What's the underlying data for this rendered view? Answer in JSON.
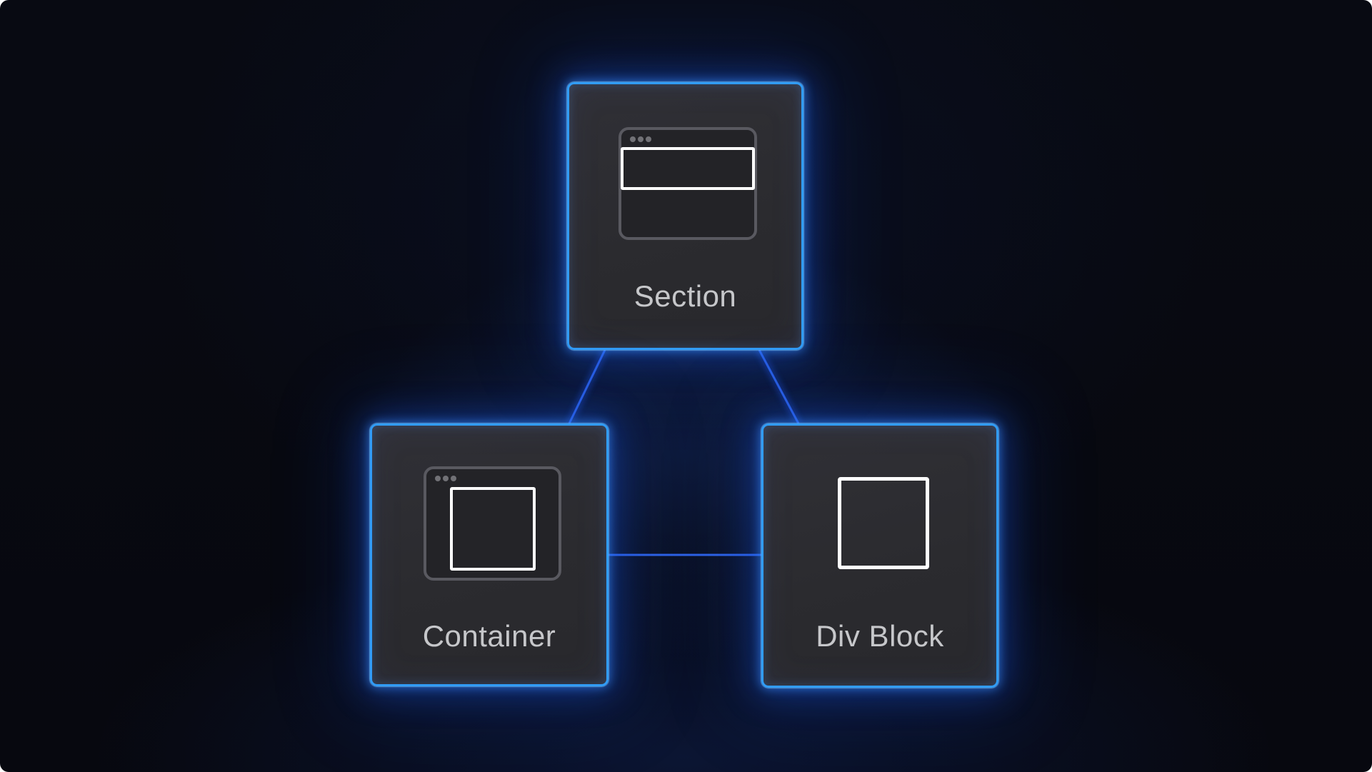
{
  "diagram": {
    "nodes": [
      {
        "id": "section",
        "label": "Section",
        "icon": "browser-window-with-highlighted-bar-icon"
      },
      {
        "id": "container",
        "label": "Container",
        "icon": "browser-window-with-highlighted-square-icon"
      },
      {
        "id": "div_block",
        "label": "Div Block",
        "icon": "square-outline-icon"
      }
    ],
    "edges": [
      {
        "from": "Section",
        "to": "Container"
      },
      {
        "from": "Section",
        "to": "Div Block"
      },
      {
        "from": "Container",
        "to": "Div Block"
      }
    ],
    "colors": {
      "background": "#080a12",
      "card_fill": "#2b2b2f",
      "card_border_glow_blue": "#319cf8",
      "connector_blue": "#2e63e6",
      "label_text": "#c6c7ca",
      "icon_outline_gray": "#595960",
      "icon_highlight_white": "#ffffff"
    }
  }
}
